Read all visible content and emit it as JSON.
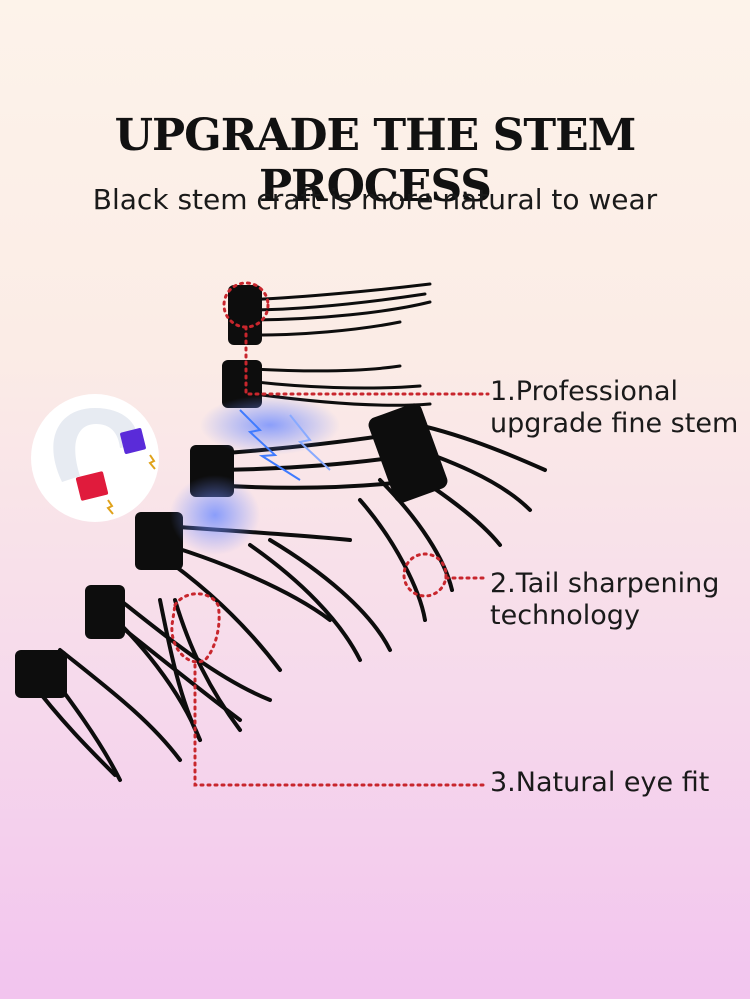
{
  "heading": {
    "title": "UPGRADE THE STEM PROCESS",
    "subtitle": "Black stem craft is more natural to wear"
  },
  "callouts": [
    {
      "line1": "1.Professional",
      "line2": "upgrade fine stem"
    },
    {
      "line1": "2.Tail sharpening",
      "line2": "technology"
    },
    {
      "line1": "3.Natural eye fit",
      "line2": ""
    }
  ],
  "colors": {
    "callout_dots": "#c8262d",
    "magnet_body": "#eef1f6",
    "magnet_red": "#e01b3c",
    "magnet_blue": "#5a2bd9",
    "lash": "#0d0d0d",
    "spark": "#3f7bff"
  },
  "icons": [
    "magnet-icon"
  ]
}
